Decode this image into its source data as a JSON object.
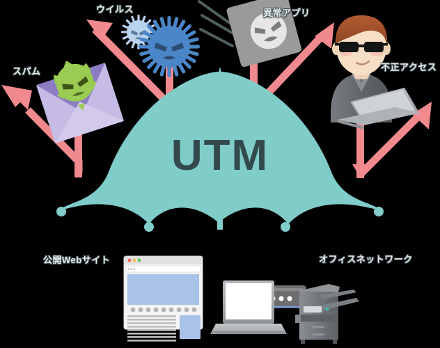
{
  "diagram": {
    "title": "UTM",
    "center_label": "UTM",
    "background_color": "#000000",
    "umbrella_color": "#7fccc9",
    "arrow_color": "#f08a8f",
    "utm_text_color": "#33494c"
  },
  "threats": [
    {
      "id": "spam",
      "label": "スパム",
      "icon": "spam-envelope-icon",
      "envelope_color": "#8b7cc4",
      "germ_color": "#9acb52"
    },
    {
      "id": "virus",
      "label": "ウイルス",
      "icon": "virus-icon",
      "virus_color_large": "#4a86c8",
      "virus_color_small": "#b9d4ee"
    },
    {
      "id": "abnormal-app",
      "label": "異常アプリ",
      "icon": "abnormal-app-icon",
      "app_color": "#9a9a9a"
    },
    {
      "id": "unauthorized-access",
      "label": "不正アクセス",
      "icon": "hacker-icon",
      "hair_color": "#a9522a",
      "shirt_color": "#6e7276"
    }
  ],
  "protected": [
    {
      "id": "public-website",
      "label": "公開Webサイト",
      "icon": "browser-window-icon",
      "accent_color": "#a8c2e8"
    },
    {
      "id": "office-network",
      "label": "オフィスネットワーク",
      "icon": "office-network-icon",
      "cable_color": "#7fa0dd",
      "router_color": "#6e6e6e"
    }
  ],
  "devices": [
    {
      "id": "router",
      "icon": "router-icon",
      "led_count": 3
    },
    {
      "id": "laptop",
      "icon": "laptop-icon"
    },
    {
      "id": "printer",
      "icon": "printer-icon"
    }
  ],
  "browser_window": {
    "traffic_lights": [
      "#f2655a",
      "#f5bd4f",
      "#61c554"
    ],
    "hero_color": "#a8c2e8",
    "dot_count": 9,
    "text_line_count": 8
  }
}
